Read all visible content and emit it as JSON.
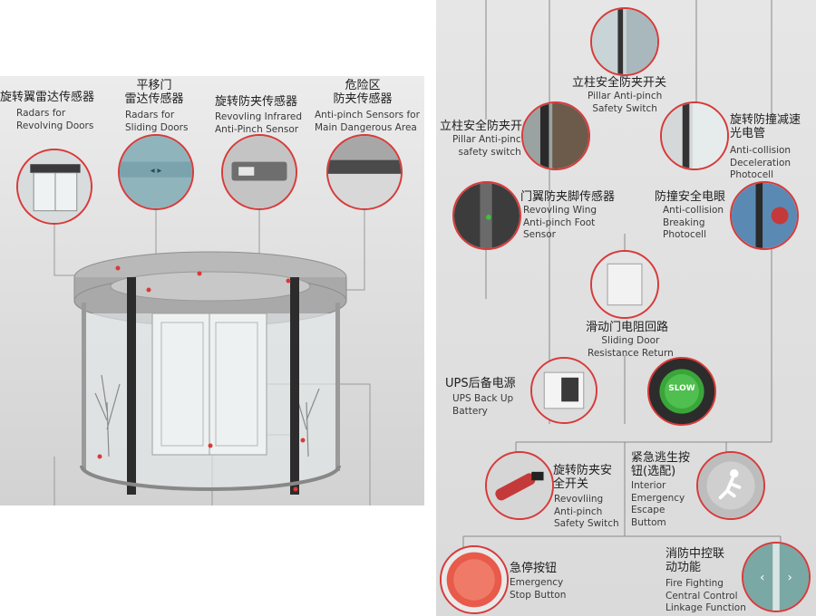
{
  "left_panel": {
    "labels": [
      {
        "cn": "旋转翼雷达传感器",
        "en": "Radars for\nRevolving Doors"
      },
      {
        "cn": "平移门\n雷达传感器",
        "en": "Radars for\nSliding Doors"
      },
      {
        "cn": "旋转防夹传感器",
        "en": "Revovling Infrared\nAnti-Pinch Sensor"
      },
      {
        "cn": "危险区\n防夹传感器",
        "en": "Anti-pinch Sensors for\nMain Dangerous Area"
      }
    ]
  },
  "right_panel": {
    "pillar_switch_top": {
      "cn": "立柱安全防夹开关",
      "en": "Pillar Anti-pinch\nSafety Switch"
    },
    "pillar_switch_left": {
      "cn": "立柱安全防夹开关",
      "en": "Pillar Anti-pinch\nsafety switch"
    },
    "anti_collision_tube": {
      "cn": "旋转防撞减速\n光电管",
      "en": "Anti-collision\nDeceleration\nPhotocell"
    },
    "wing_foot_sensor": {
      "cn": "门翼防夹脚传感器",
      "en": "Revovling Wing\nAnti-pinch Foot\nSensor"
    },
    "anti_collision_eye": {
      "cn": "防撞安全电眼",
      "en": "Anti-collision\nBreaking\nPhotocell"
    },
    "sliding_resistance": {
      "cn": "滑动门电阻回路",
      "en": "Sliding Door\nResistance Return"
    },
    "ups": {
      "cn": "UPS后备电源",
      "en": "UPS Back Up\nBattery"
    },
    "slow_button_text": "SLOW",
    "revolving_switch": {
      "cn": "旋转防夹安\n全开关",
      "en": "Revovliing\nAnti-pinch\nSafety Switch"
    },
    "emergency_escape": {
      "cn": "紧急逃生按\n钮(选配)",
      "en": "Interior\nEmergency\nEscape\nButtom"
    },
    "emergency_stop": {
      "cn": "急停按钮",
      "en": "Emergency\nStop Button"
    },
    "fire_control": {
      "cn": "消防中控联\n动功能",
      "en": "Fire Fighting\nCentral Control\nLinkage Function"
    }
  },
  "colors": {
    "accent": "#d83a3a",
    "line": "#8a8a8a",
    "slow_green": "#3aa63a"
  }
}
